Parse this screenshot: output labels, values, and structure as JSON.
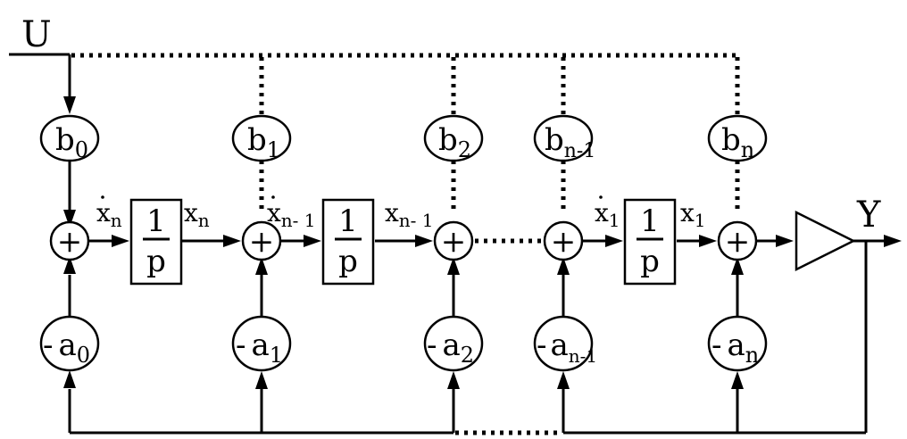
{
  "input_label": "U",
  "output_label": "Y",
  "b_coefficients": [
    {
      "base": "b",
      "sub": "0"
    },
    {
      "base": "b",
      "sub": "1"
    },
    {
      "base": "b",
      "sub": "2"
    },
    {
      "base": "b",
      "sub": "n-1"
    },
    {
      "base": "b",
      "sub": "n"
    }
  ],
  "a_coefficients": [
    {
      "sign": "-",
      "base": "a",
      "sub": "0"
    },
    {
      "sign": "-",
      "base": "a",
      "sub": "1"
    },
    {
      "sign": "-",
      "base": "a",
      "sub": "2"
    },
    {
      "sign": "-",
      "base": "a",
      "sub": "n-1"
    },
    {
      "sign": "-",
      "base": "a",
      "sub": "n"
    }
  ],
  "integrators": [
    {
      "numerator": "1",
      "denominator": "p",
      "in_base": "x",
      "in_sub": "n",
      "out_base": "x",
      "out_sub": "n"
    },
    {
      "numerator": "1",
      "denominator": "p",
      "in_base": "x",
      "in_sub": "n- 1",
      "out_base": "x",
      "out_sub": "n- 1"
    },
    {
      "numerator": "1",
      "denominator": "p",
      "in_base": "x",
      "in_sub": "1",
      "out_base": "x",
      "out_sub": "1"
    }
  ],
  "summer_symbol": "+"
}
